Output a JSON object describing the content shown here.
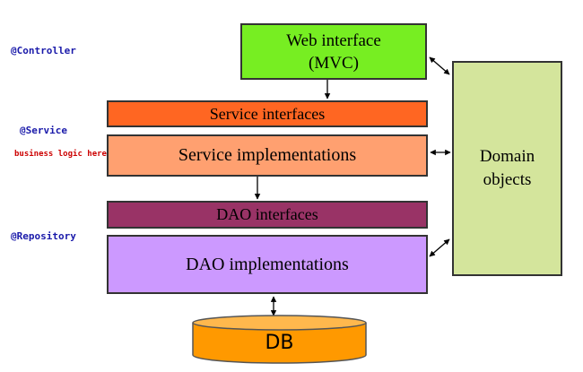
{
  "layers": {
    "web": {
      "line1": "Web interface",
      "line2": "(MVC)"
    },
    "service_interfaces": "Service interfaces",
    "service_implementations": "Service implementations",
    "dao_interfaces": "DAO interfaces",
    "dao_implementations": "DAO implementations",
    "domain": {
      "line1": "Domain",
      "line2": "objects"
    },
    "db": "DB"
  },
  "annotations": {
    "controller": "@Controller",
    "service": "@Service",
    "business_logic": {
      "line1": "business logic",
      "line2": "here"
    },
    "repository": "@Repository"
  },
  "colors": {
    "web": "#77ee22",
    "service_interfaces": "#ff6622",
    "service_implementations": "#ffa070",
    "dao_interfaces": "#993366",
    "dao_implementations": "#cc99ff",
    "domain": "#d4e59c",
    "db": "#ff9900",
    "annotation_blue": "#1a1aaa",
    "annotation_red": "#cc0000"
  }
}
